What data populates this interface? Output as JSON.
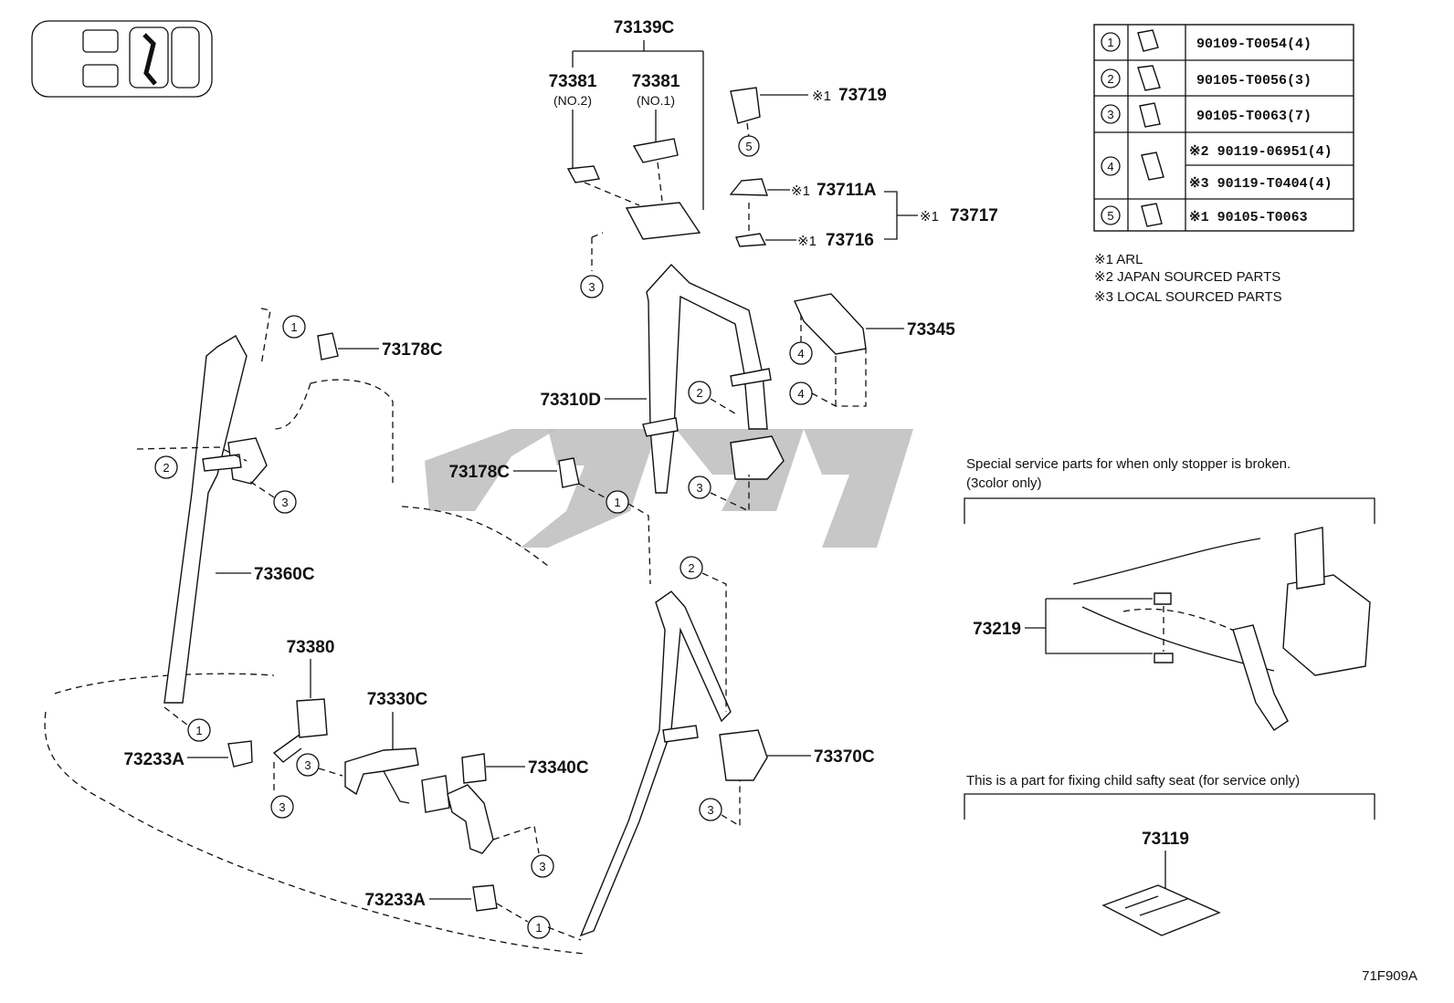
{
  "figure_code": "71F909A",
  "callouts": {
    "c73139C": "73139C",
    "c73381a": "73381",
    "c73381a_sub": "(NO.2)",
    "c73381b": "73381",
    "c73381b_sub": "(NO.1)",
    "c73719": "73719",
    "c73711A": "73711A",
    "c73716": "73716",
    "c73717": "73717",
    "c73345": "73345",
    "c73178C_top": "73178C",
    "c73178C_mid": "73178C",
    "c73310D": "73310D",
    "c73360C": "73360C",
    "c73380": "73380",
    "c73330C": "73330C",
    "c73340C": "73340C",
    "c73233A_left": "73233A",
    "c73233A_bottom": "73233A",
    "c73370C": "73370C",
    "c73219": "73219",
    "c73119": "73119"
  },
  "mark1": "※1",
  "mark2": "※2",
  "mark3": "※3",
  "bolt_table": [
    {
      "no": "1",
      "code": "90109-T0054(4)"
    },
    {
      "no": "2",
      "code": "90105-T0056(3)"
    },
    {
      "no": "3",
      "code": "90105-T0063(7)"
    },
    {
      "no": "4",
      "code_a": "※2 90119-06951(4)",
      "code_b": "※3 90119-T0404(4)"
    },
    {
      "no": "5",
      "code": "※1 90105-T0063"
    }
  ],
  "notes": {
    "n1": "※1 ARL",
    "n2": "※2 JAPAN SOURCED PARTS",
    "n3": "※3 LOCAL SOURCED PARTS"
  },
  "special_caption_1": "Special service parts for when only stopper is broken.",
  "special_caption_2": "(3color only)",
  "child_caption": "This is a part for fixing child safty seat (for service only)"
}
